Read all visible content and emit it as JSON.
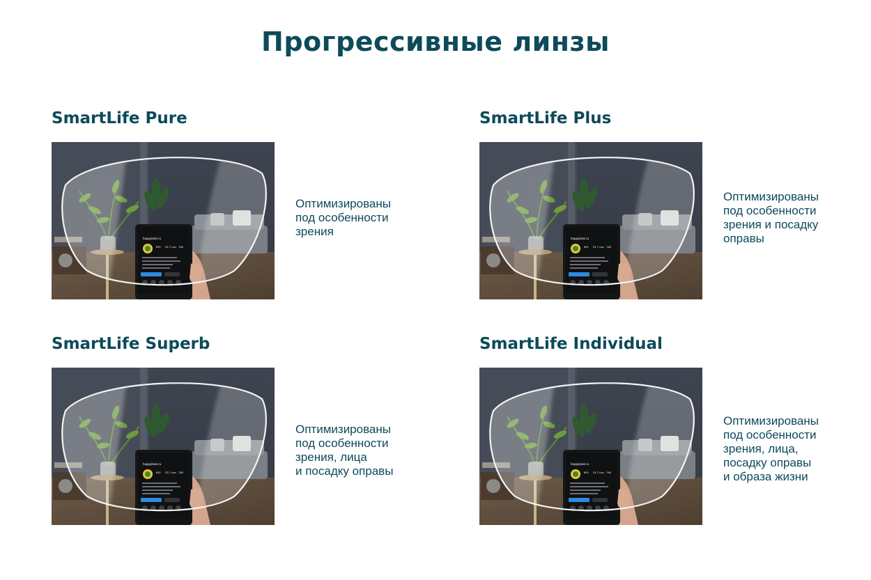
{
  "page_title": "Прогрессивные линзы",
  "accent_color": "#0d4a5a",
  "lenses": [
    {
      "name": "SmartLife Pure",
      "description": [
        "Оптимизированы",
        "под особенности",
        "зрения"
      ]
    },
    {
      "name": "SmartLife Plus",
      "description": [
        "Оптимизированы",
        "под особенности",
        "зрения и посадку",
        "оправы"
      ]
    },
    {
      "name": "SmartLife Superb",
      "description": [
        "Оптимизированы",
        "под особенности",
        "зрения, лица",
        "и посадку оправы"
      ]
    },
    {
      "name": "SmartLife Individual",
      "description": [
        "Оптимизированы",
        "под особенности",
        "зрения, лица,",
        "посадку оправы",
        "и образа жизни"
      ]
    }
  ],
  "image": {
    "icon": "lens-over-room-photo",
    "tablet_site_label": "happylook.ru",
    "tablet_stats": [
      "692",
      "52,7 тыс.",
      "748"
    ]
  }
}
